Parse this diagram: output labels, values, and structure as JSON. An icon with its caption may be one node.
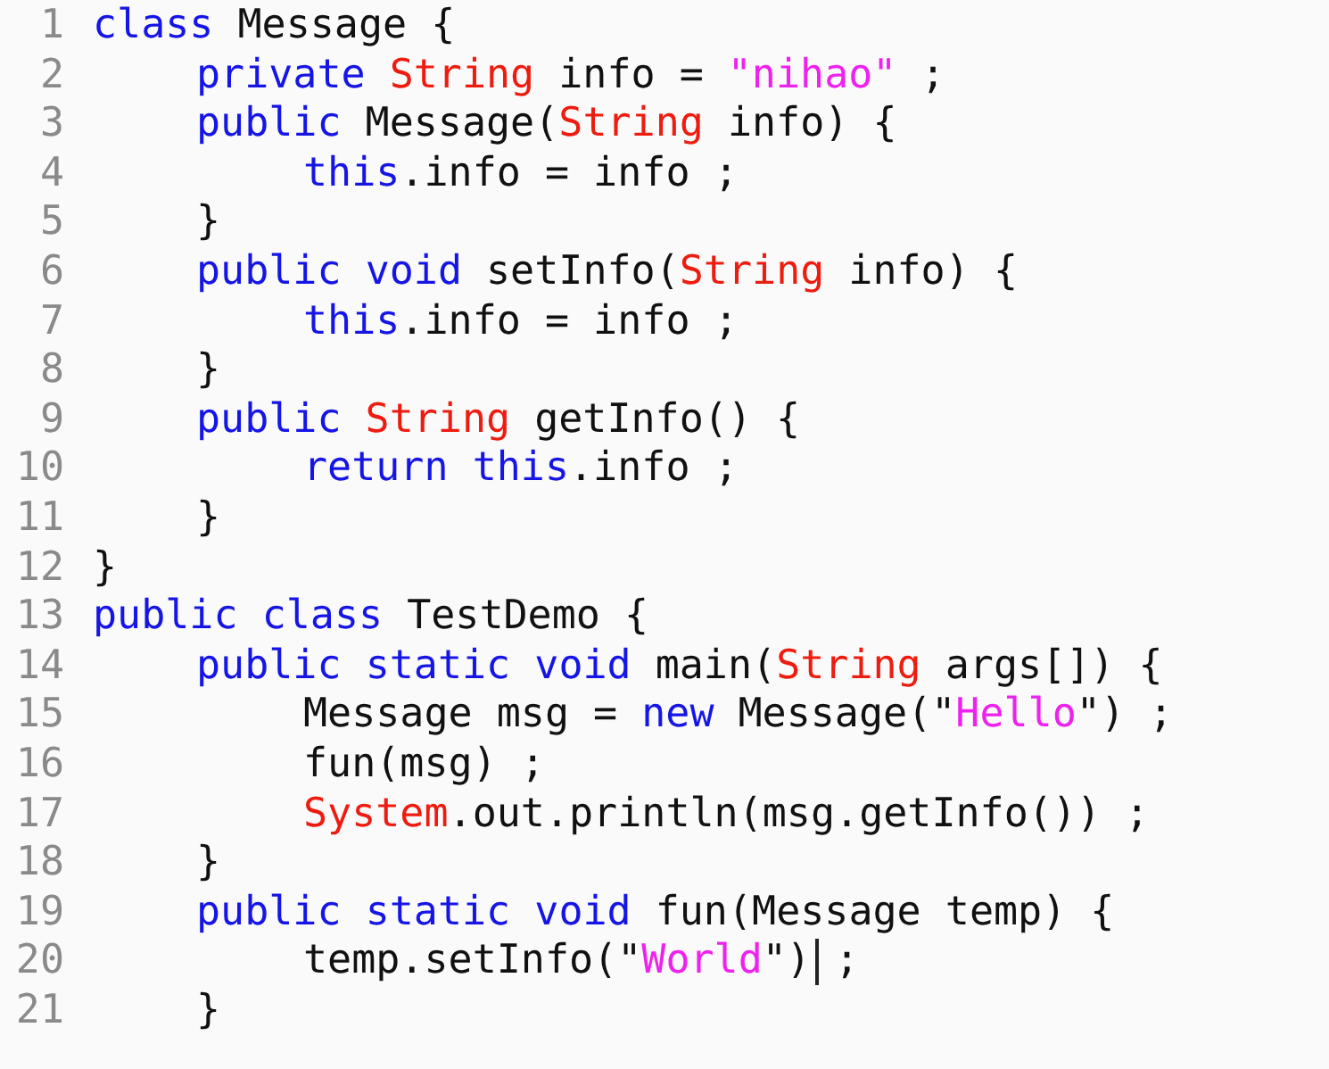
{
  "diagram": {
    "labels": [
      "1",
      "2",
      "3",
      "4",
      "5",
      "6",
      "7",
      "8",
      "9",
      "10",
      "11",
      "12",
      "13",
      "14",
      "15",
      "16",
      "17",
      "18",
      "19",
      "20",
      "21",
      "class",
      "Message {",
      "private",
      "String",
      "info =",
      "\"nihao\"",
      ";",
      "public",
      "Message(",
      "String",
      "info) {",
      "this",
      ".info = info ;",
      "}",
      "public void",
      "setInfo(",
      "String",
      "info) {",
      "this",
      ".info = info ;",
      "}",
      "public",
      "String",
      "getInfo() {",
      "return this",
      ".info ;",
      "}",
      "}",
      "public class",
      "TestDemo {",
      "public static void",
      "main(",
      "String",
      "args[]) {",
      "Message msg =",
      "new",
      "Message(\"",
      "Hello",
      "\") ;",
      "fun(msg) ;",
      "System",
      ".out.println(msg.getInfo()) ;",
      "}",
      "public static void",
      "fun(Message temp) {",
      "temp.setInfo(\"",
      "World",
      "\")",
      ";",
      "}"
    ]
  }
}
